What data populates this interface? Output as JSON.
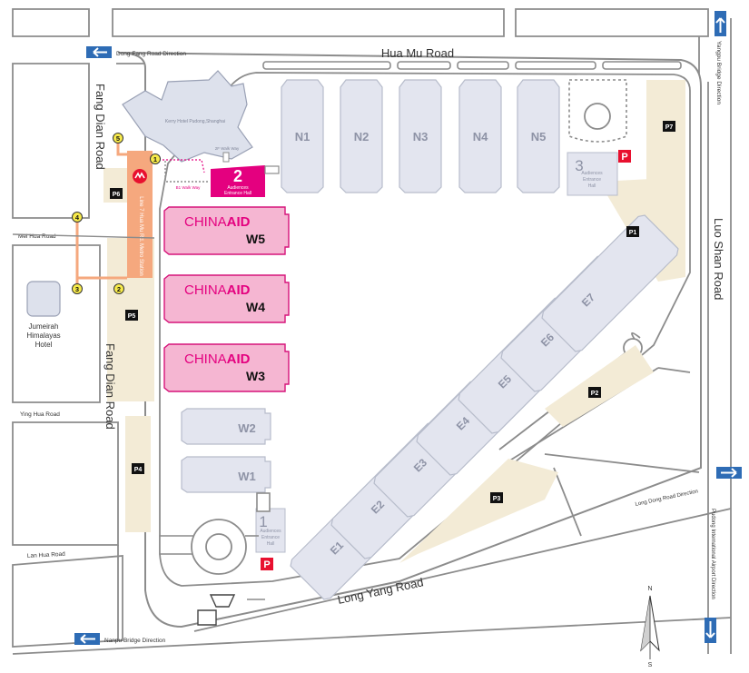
{
  "roads": {
    "hua_mu": "Hua Mu Road",
    "fang_dian_upper": "Fang Dian Road",
    "fang_dian_lower": "Fang Dian Road",
    "luo_shan": "Luo Shan Road",
    "long_yang": "Long Yang Road",
    "mei_hua": "Mei Hua Road",
    "ying_hua": "Ying Hua Road",
    "lan_hua": "Lan Hua Road"
  },
  "directions": {
    "dong_fang": "Dong Fang Road Direction",
    "yangpu": "Yangpu Bridge Direction",
    "long_dong": "Long Dong Road Direction",
    "pudong_airport": "Pudong International Airport Direction",
    "nanpu": "Nanpu Bridge Direction"
  },
  "halls": {
    "north": [
      "N1",
      "N2",
      "N3",
      "N4",
      "N5"
    ],
    "east": [
      "E1",
      "E2",
      "E3",
      "E4",
      "E5",
      "E6",
      "E7"
    ],
    "west_plain": [
      "W1",
      "W2"
    ],
    "west_event": [
      {
        "id": "W5",
        "brand_a": "CHINA",
        "brand_b": "AID"
      },
      {
        "id": "W4",
        "brand_a": "CHINA",
        "brand_b": "AID"
      },
      {
        "id": "W3",
        "brand_a": "CHINA",
        "brand_b": "AID"
      }
    ]
  },
  "entrances": {
    "e1": {
      "num": "1",
      "line1": "Audiences",
      "line2": "Entrance",
      "line3": "Hall"
    },
    "e2": {
      "num": "2",
      "line1": "Audiences",
      "line2": "Entrance Hall"
    },
    "e3": {
      "num": "3",
      "line1": "Audiences",
      "line2": "Entrance",
      "line3": "Hall"
    }
  },
  "parking": [
    "P1",
    "P2",
    "P3",
    "P4",
    "P5",
    "P6",
    "P7"
  ],
  "parking_icon": "P",
  "exits": [
    "1",
    "2",
    "3",
    "4",
    "5"
  ],
  "metro_station": "Line 7 Hua Mu Rd. Metro Station",
  "hotels": {
    "kerry": "Kerry Hotel Pudong,Shanghai",
    "jumeirah_line1": "Jumeirah",
    "jumeirah_line2": "Himalayas",
    "jumeirah_line3": "Hotel"
  },
  "walkways": {
    "floor2": "2F Walk Way",
    "b1": "B1 Walk Way"
  },
  "compass": {
    "north": "N",
    "south": "S"
  },
  "colors": {
    "road_fill": "#ffffff",
    "road_stroke": "#8c8c8c",
    "hall_fill": "#e3e5ef",
    "hall_stroke": "#b7bccb",
    "hall_text": "#8e93a6",
    "event_fill": "#f5b6d2",
    "event_stroke": "#d6147a",
    "accent": "#e4007f",
    "parking_fill": "#f3ebd6",
    "arrow_blue": "#2e6cb5",
    "orange": "#f5a87e",
    "yellow": "#f7ea4a"
  }
}
